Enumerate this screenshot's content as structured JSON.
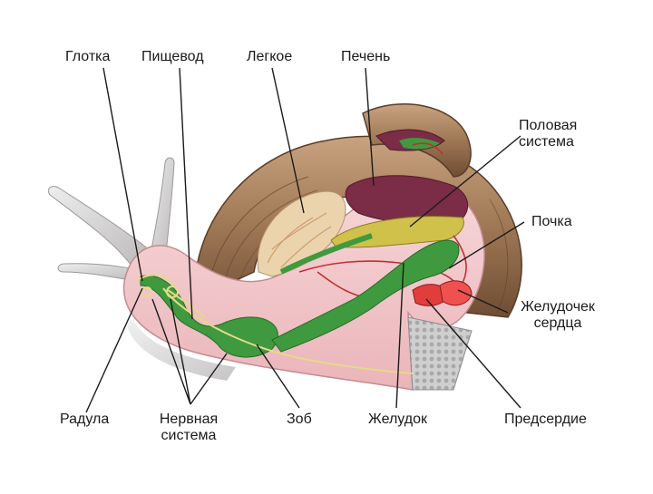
{
  "labels": {
    "pharynx": "Глотка",
    "esophagus": "Пищевод",
    "lung": "Легкое",
    "liver": "Печень",
    "reproductive_system": {
      "line1": "Половая",
      "line2": "система"
    },
    "kidney": "Почка",
    "ventricle": {
      "line1": "Желудочек",
      "line2": "сердца"
    },
    "radula": "Радула",
    "nervous_system": {
      "line1": "Нервная",
      "line2": "система"
    },
    "crop": "Зоб",
    "stomach": "Желудок",
    "atrium": "Предсердие"
  },
  "colors": {
    "shell": "#a07a5a",
    "shell_dark": "#6e4c34",
    "body": "#f3c9cc",
    "body_skin": "#d9d6d6",
    "digestive": "#3f9a3f",
    "liver": "#7a2b45",
    "gonad": "#c8c04a",
    "lung": "#e8cfa9",
    "heart": "#e03a3a",
    "nerve": "#e6d98a",
    "leader": "#1a1a1a"
  }
}
